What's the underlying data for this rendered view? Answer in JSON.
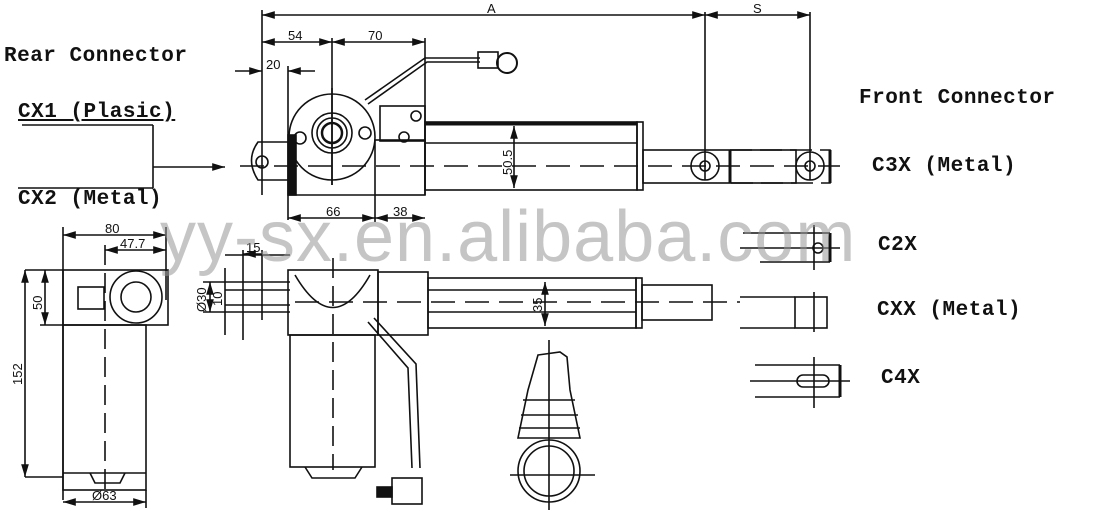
{
  "labels": {
    "rear_connector": "Rear Connector",
    "cx1": "CX1 (Plasic)",
    "cx2": "CX2 (Metal)",
    "front_connector": "Front Connector",
    "c3x": "C3X (Metal)",
    "c2x": "C2X",
    "cxx": "CXX (Metal)",
    "c4x": "C4X"
  },
  "dimensions": {
    "A": "A",
    "S": "S",
    "d54": "54",
    "d70": "70",
    "d20": "20",
    "d66": "66",
    "d38": "38",
    "d50_5": "50.5",
    "d80": "80",
    "d47_7": "47.7",
    "d50": "50",
    "d152": "152",
    "d63": "Ø63",
    "d15": "15",
    "d30": "Ø30",
    "d10": "10",
    "d35": "35"
  },
  "watermark": "yy-sx.en.alibaba.com",
  "colors": {
    "line": "#111111",
    "background": "#ffffff",
    "watermark": "#969696"
  }
}
